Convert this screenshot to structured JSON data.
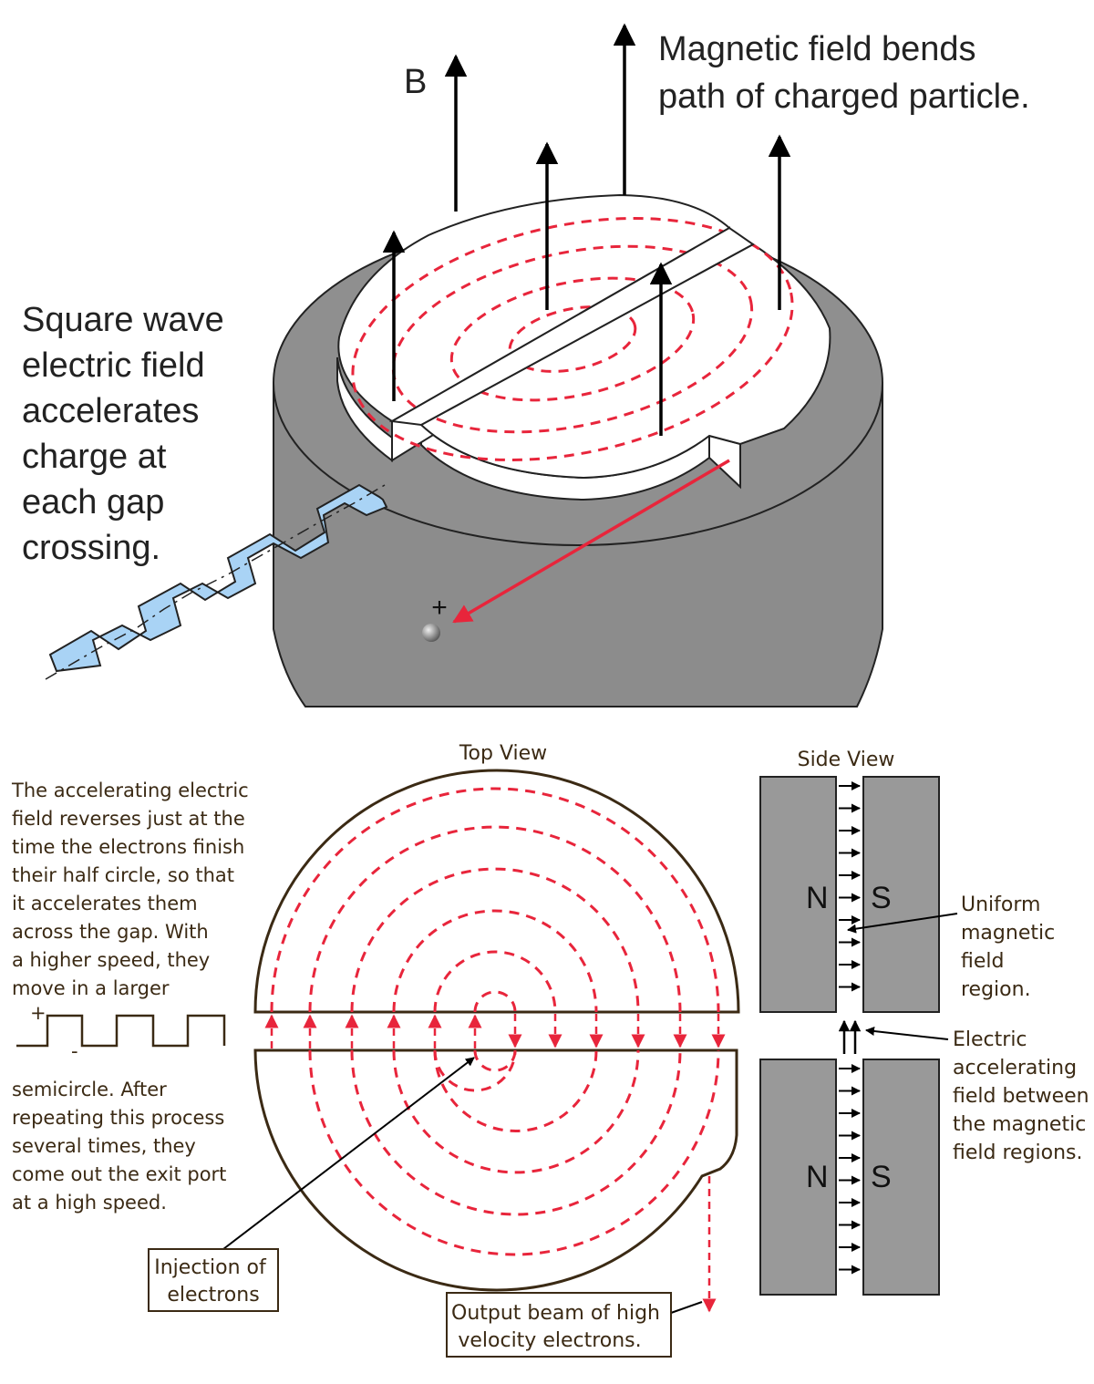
{
  "top_figure": {
    "b_label": "B",
    "magnetic_caption": [
      "Magnetic field bends",
      "path of charged particle."
    ],
    "square_wave_caption": [
      "Square wave",
      "electric field",
      "accelerates",
      "charge at",
      "each gap",
      "crossing."
    ],
    "particle_sign": "+"
  },
  "bottom_figure": {
    "top_view_title": "Top View",
    "side_view_title": "Side View",
    "explanation_upper": [
      "The accelerating electric",
      "field reverses just at the",
      "time the electrons finish",
      "their half circle, so that",
      "it accelerates them",
      "across the gap. With",
      "a higher speed, they",
      "move in a larger"
    ],
    "wave_plus": "+",
    "wave_minus": "-",
    "explanation_lower": [
      "semicircle. After",
      "repeating this process",
      "several times, they",
      "come out the exit port",
      "at a high speed."
    ],
    "injection_label": [
      "Injection of",
      "electrons"
    ],
    "output_label": [
      "Output beam of high",
      "velocity electrons."
    ],
    "pole_n": "N",
    "pole_s": "S",
    "uniform_label": [
      "Uniform",
      "magnetic",
      "field",
      "region."
    ],
    "electric_label": [
      "Electric",
      "accelerating",
      "field between",
      "the magnetic",
      "field regions."
    ]
  },
  "colors": {
    "orbit_red": "#e8253b",
    "magnet_gray": "#999999",
    "cylinder_gray": "#8c8c8c",
    "wave_blue": "#a9d3f5"
  }
}
